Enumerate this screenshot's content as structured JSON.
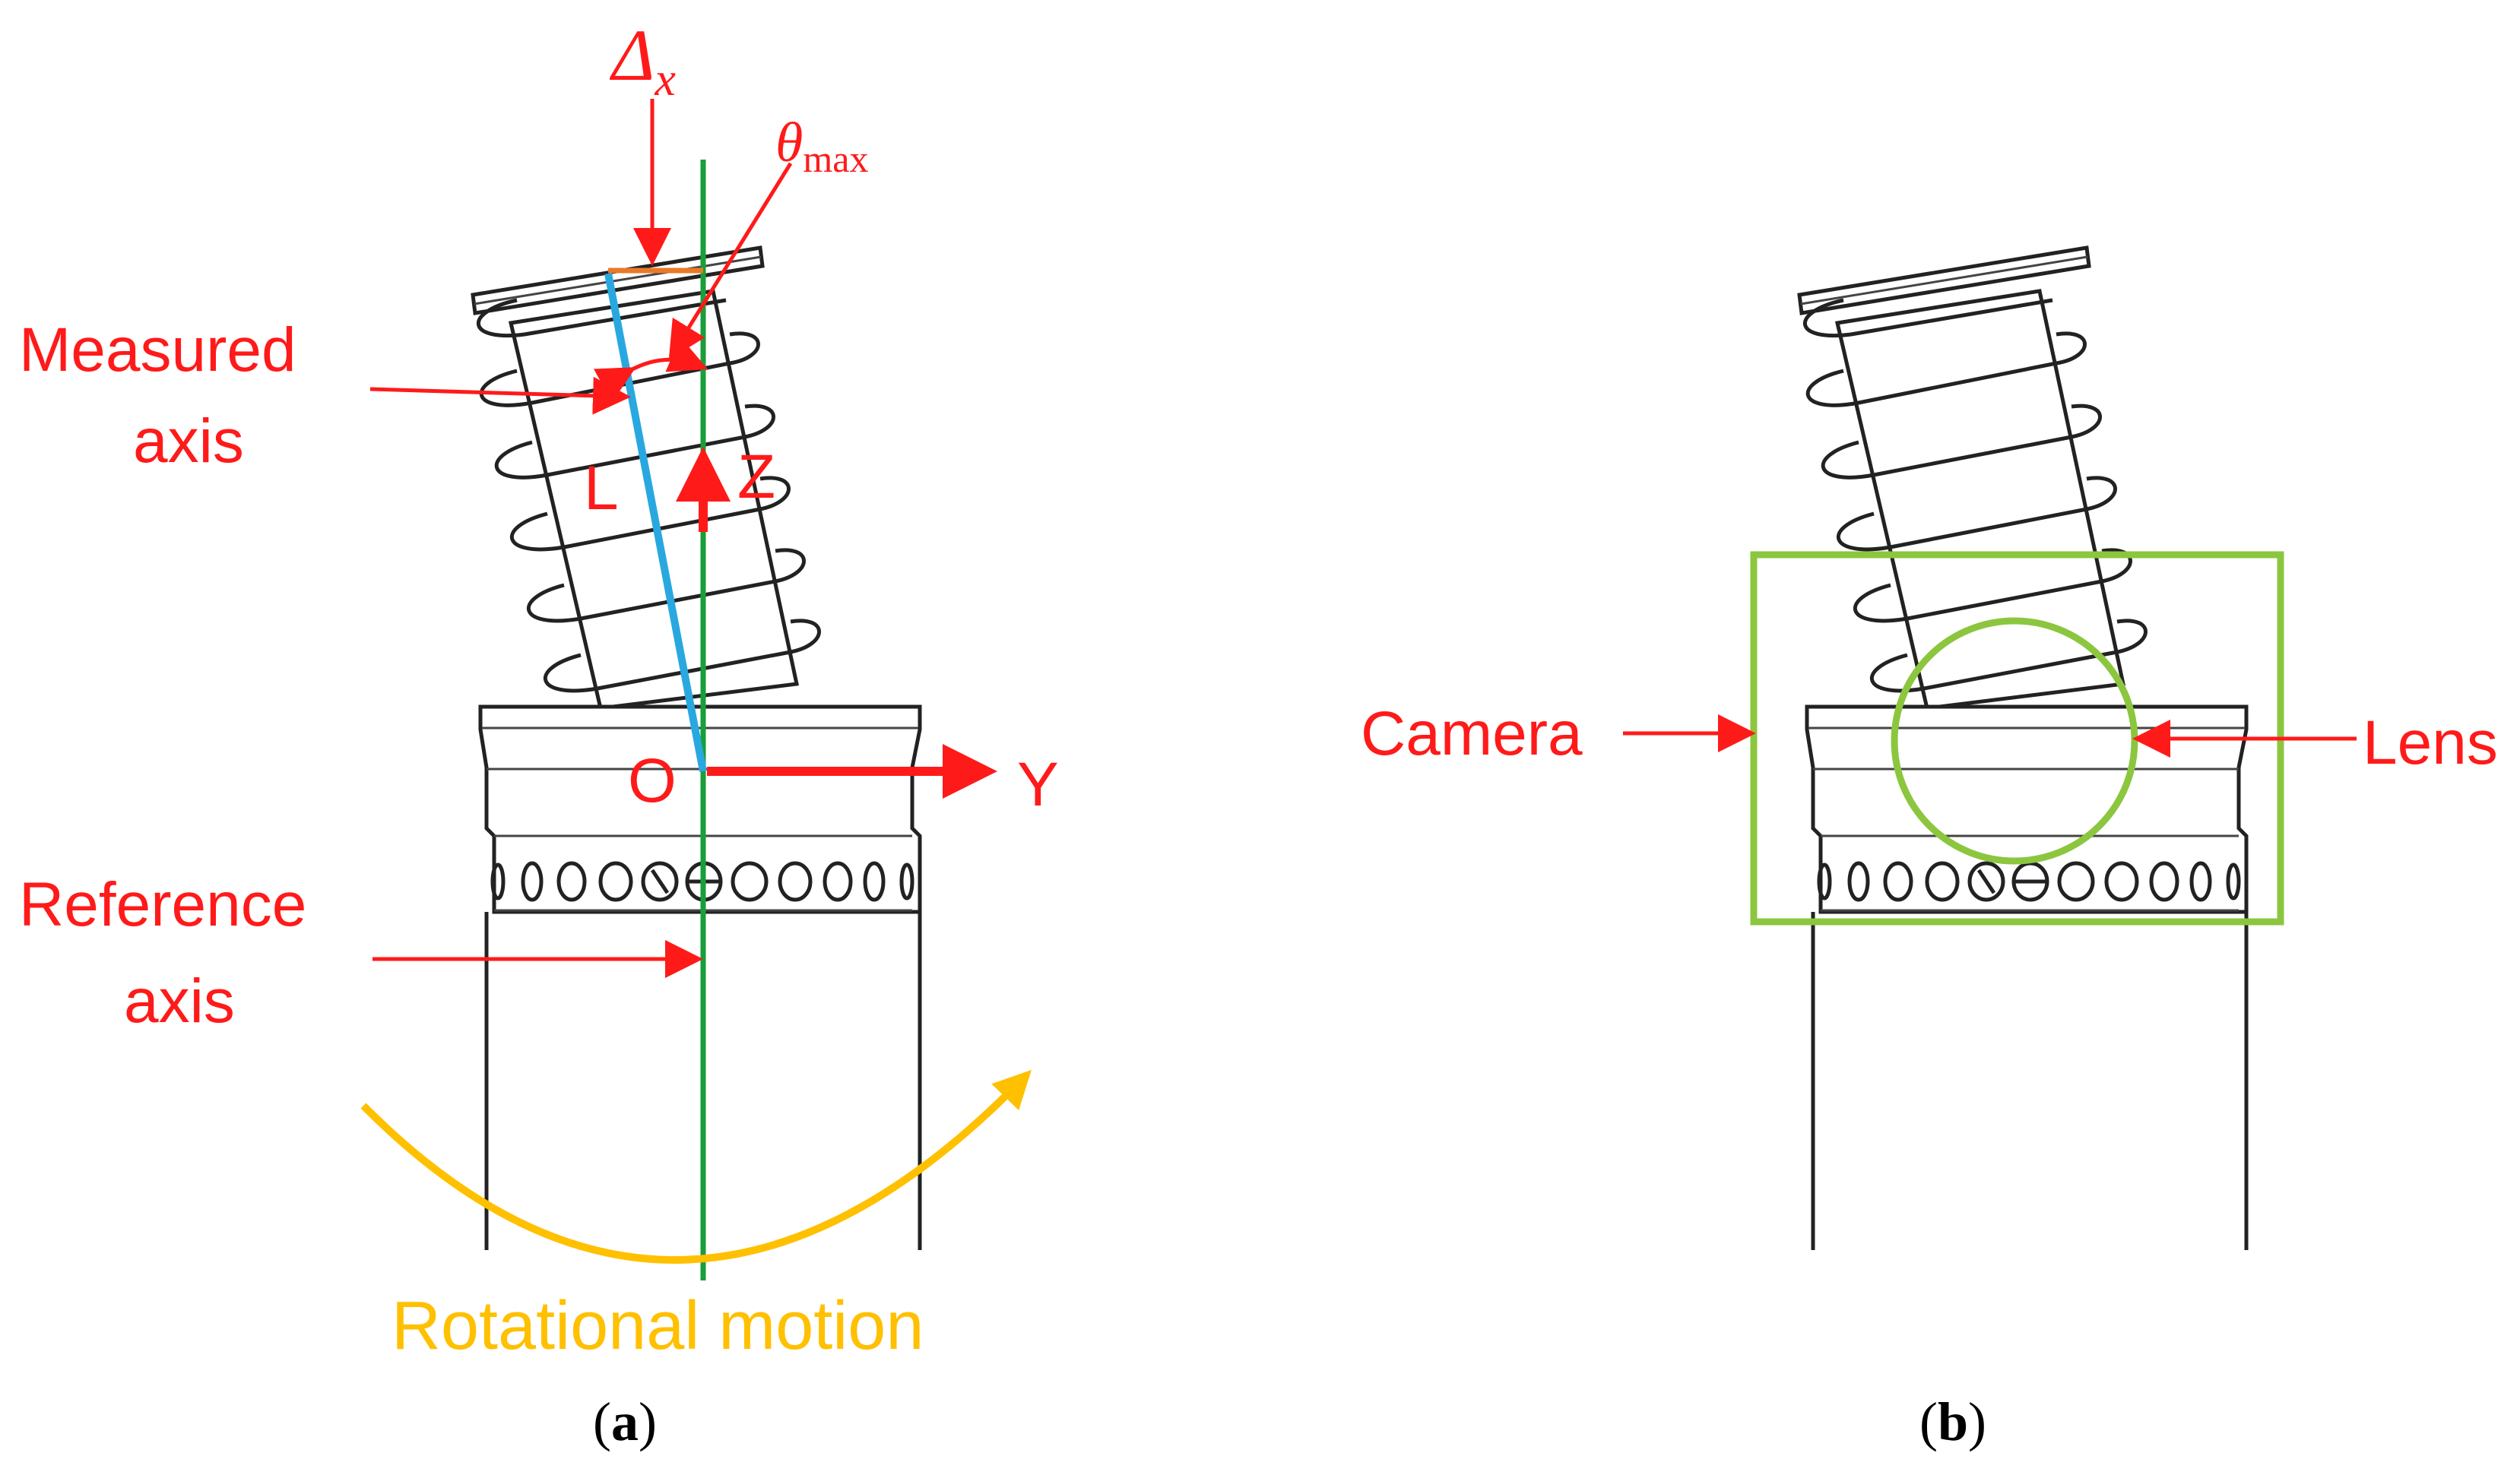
{
  "panel_a": {
    "label_delta": "Δ",
    "label_delta_sub": "x",
    "label_theta": "θ",
    "label_theta_sub": "max",
    "label_measured_line1": "Measured",
    "label_measured_line2": "axis",
    "label_L": "L",
    "label_Z": "Z",
    "label_O": "O",
    "label_Y": "Y",
    "label_reference_line1": "Reference",
    "label_reference_line2": "axis",
    "label_rotation": "Rotational motion",
    "caption_open": "(",
    "caption_letter": "a",
    "caption_close": ")"
  },
  "panel_b": {
    "label_camera": "Camera",
    "label_lens": "Lens",
    "caption_open": "(",
    "caption_letter": "b",
    "caption_close": ")"
  },
  "colors": {
    "annotation": "#ff1a1a",
    "reference_axis": "#1a9e3a",
    "measured_axis": "#29a8e0",
    "rotation": "#ffc000",
    "camera_box": "#8cc63f",
    "delta_segment": "#e87a28"
  }
}
